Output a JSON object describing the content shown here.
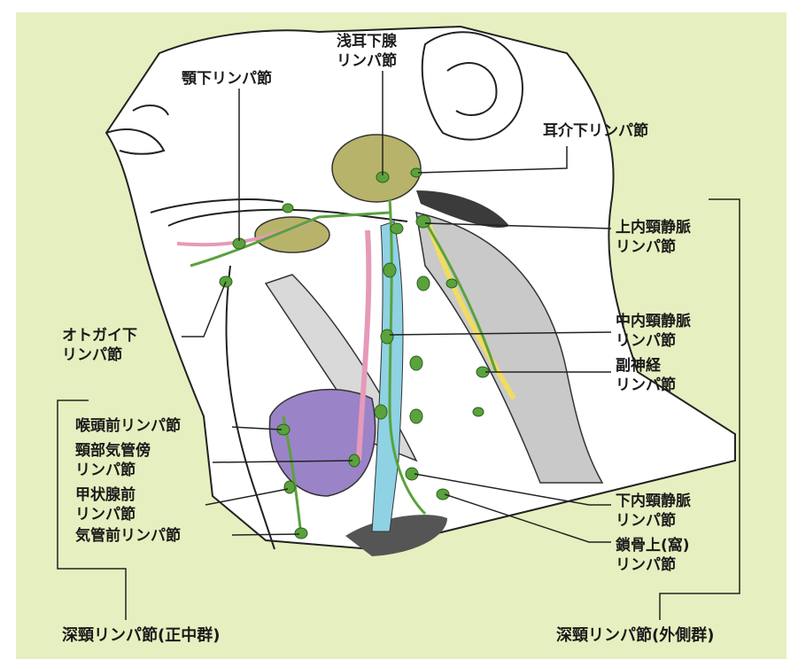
{
  "labels": {
    "superficial_parotid": "浅耳下腺\nリンパ節",
    "submandibular": "顎下リンパ節",
    "infraauricular": "耳介下リンパ節",
    "upper_internal_jugular": "上内頸静脈\nリンパ節",
    "submental": "オトガイ下\nリンパ節",
    "middle_internal_jugular": "中内頸静脈\nリンパ節",
    "spinal_accessory": "副神経\nリンパ節",
    "prelaryngeal": "喉頭前リンパ節",
    "paratracheal": "頸部気管傍\nリンパ節",
    "prethyroid": "甲状腺前\nリンパ節",
    "pretracheal": "気管前リンパ節",
    "lower_internal_jugular": "下内頸静脈\nリンパ節",
    "supraclavicular": "鎖骨上(窩)\nリンパ節",
    "deep_cervical_median": "深頸リンパ節(正中群)",
    "deep_cervical_lateral": "深頸リンパ節(外側群)"
  },
  "colors": {
    "background": "#e6efbf",
    "lymph_node": "#5aa23c",
    "vein": "#8fd2e4",
    "thyroid": "#9b83c8",
    "salivary_gland": "#b8b36a",
    "artery": "#e59ab8",
    "nerve": "#f0dc62"
  }
}
